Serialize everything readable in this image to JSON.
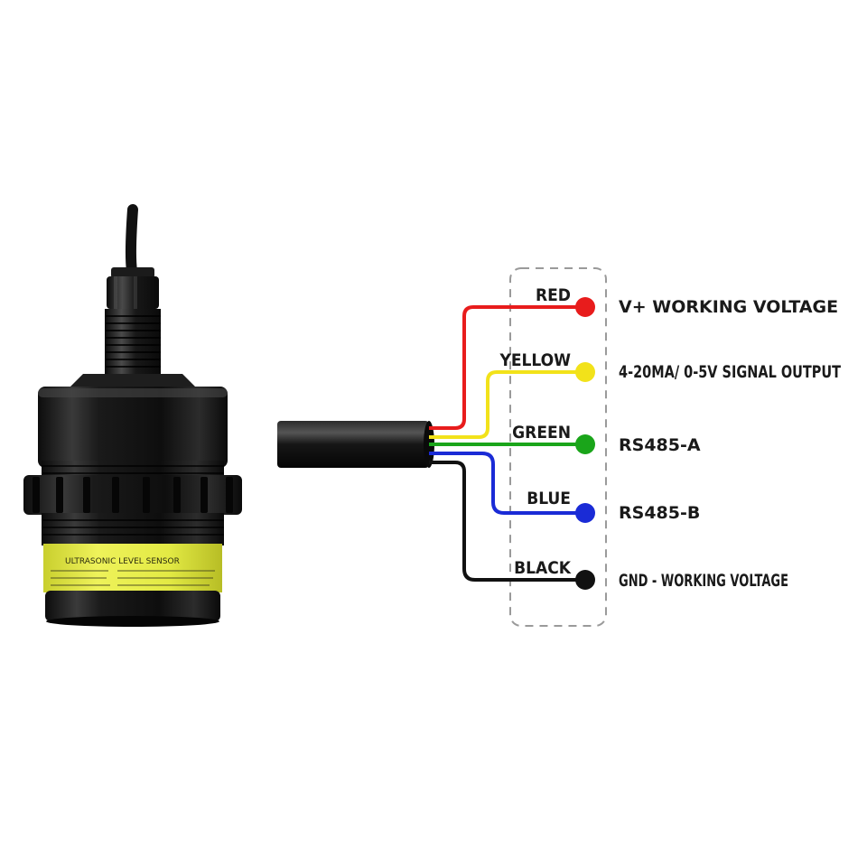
{
  "sensor": {
    "label_title": "ULTRASONIC LEVEL SENSOR",
    "label_color": "#e8f04a",
    "body_color": "#141414"
  },
  "wires": [
    {
      "name": "RED",
      "color": "#e81c1c",
      "description": "V+ WORKING VOLTAGE"
    },
    {
      "name": "YELLOW",
      "color": "#f2e21a",
      "description": "4-20MA/ 0-5V SIGNAL OUTPUT"
    },
    {
      "name": "GREEN",
      "color": "#1aa51a",
      "description": "RS485-A"
    },
    {
      "name": "BLUE",
      "color": "#1a2bd6",
      "description": "RS485-B"
    },
    {
      "name": "BLACK",
      "color": "#111111",
      "description": "GND - WORKING VOLTAGE"
    }
  ]
}
